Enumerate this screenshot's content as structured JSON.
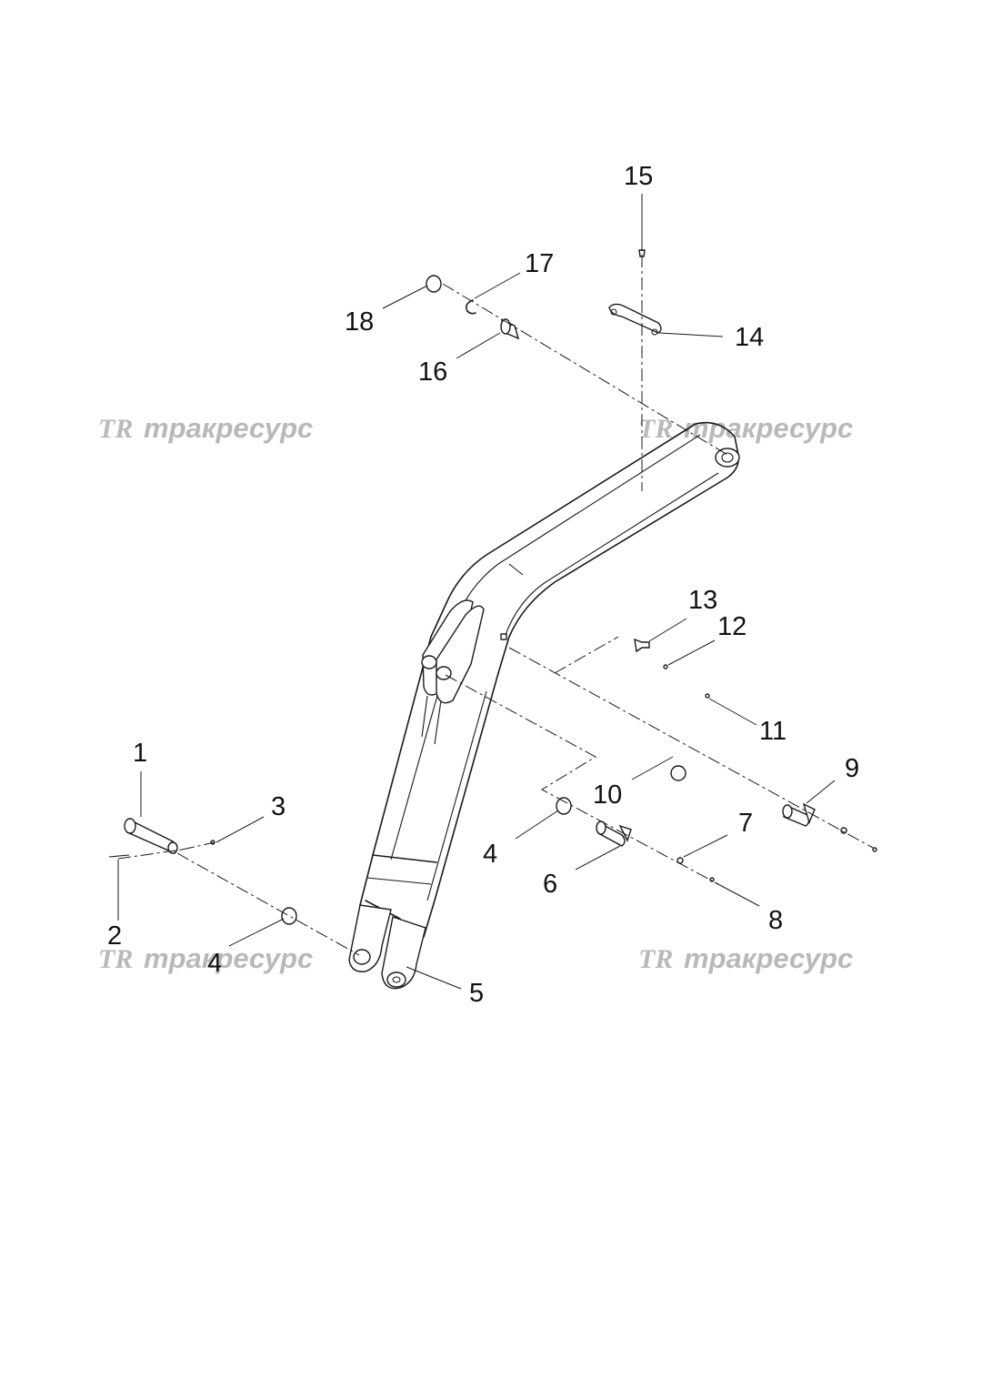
{
  "watermark": {
    "logo": "TR",
    "text": "тракресурс"
  },
  "callouts": [
    "1",
    "2",
    "3",
    "4",
    "4",
    "5",
    "6",
    "7",
    "8",
    "9",
    "10",
    "11",
    "12",
    "13",
    "14",
    "15",
    "16",
    "17",
    "18"
  ]
}
